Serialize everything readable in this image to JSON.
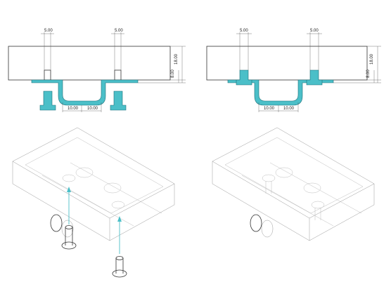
{
  "colors": {
    "accent": "#4bbfc8",
    "accent_dark": "#1b6f78",
    "line": "#333333",
    "faint": "#9e9e9e"
  },
  "left_section": {
    "dims": {
      "top_left": "5.00",
      "top_right": "5.00",
      "height_overall": "18.00",
      "height_lower": "8.00",
      "bottom_left": "10.00",
      "bottom_right": "10.00"
    }
  },
  "right_section": {
    "dims": {
      "top_left": "5.00",
      "top_right": "5.00",
      "height_overall": "18.00",
      "height_lower": "8.00",
      "bottom_left": "10.00",
      "bottom_right": "10.00"
    }
  }
}
